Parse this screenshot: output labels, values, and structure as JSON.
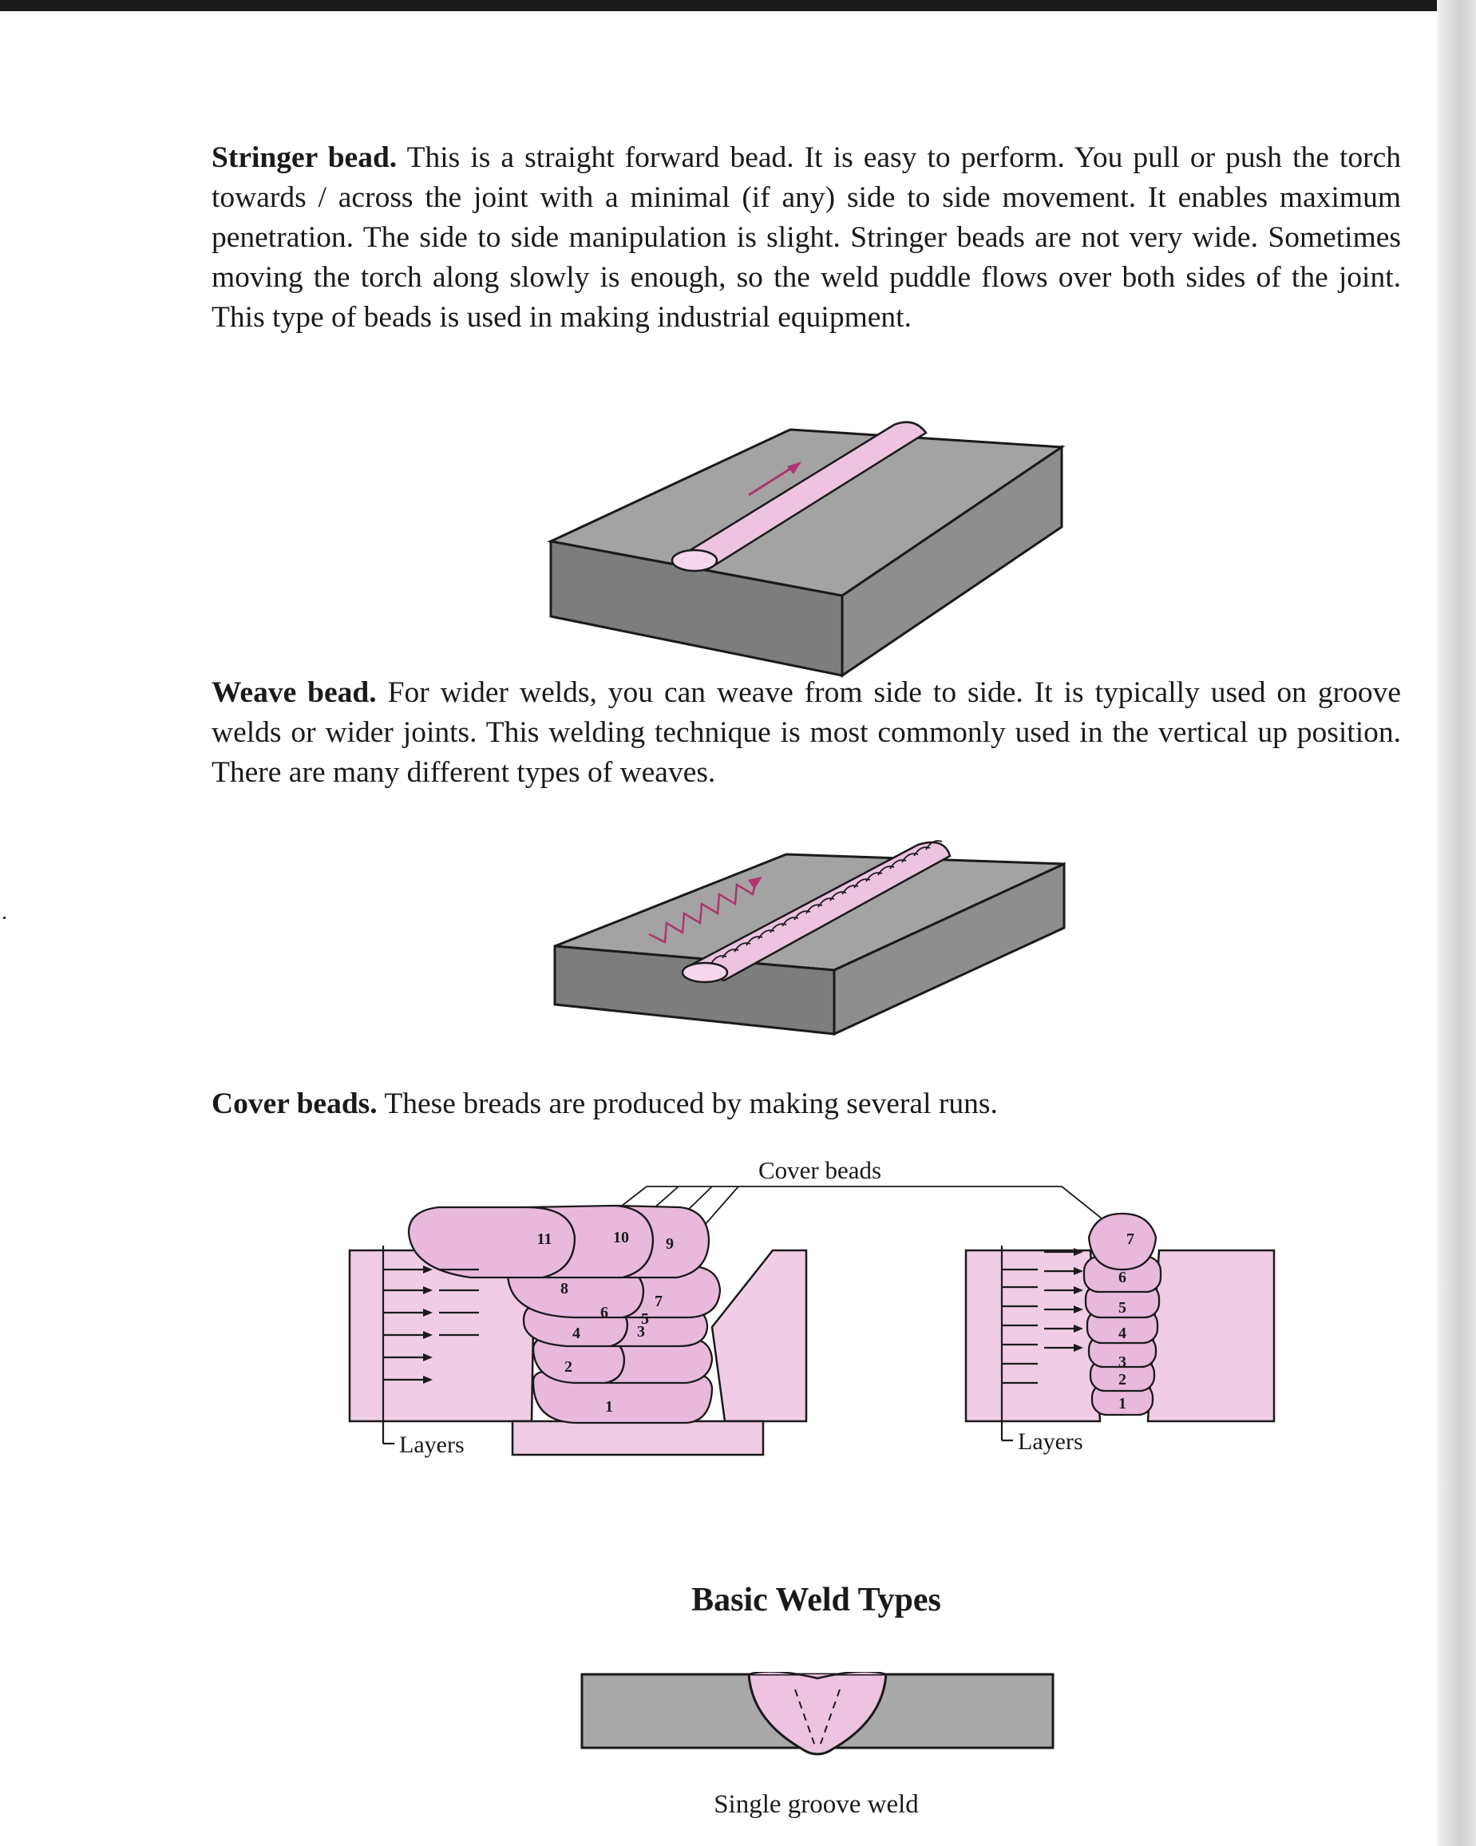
{
  "sections": [
    {
      "title": "Stringer bead.",
      "text": "This is a straight forward bead. It is easy to perform. You pull or push the torch towards / across the joint with a minimal (if any) side to side movement. It enables maximum penetration. The side to side manipulation is slight. Stringer beads are not very wide. Sometimes moving the torch along slowly is enough, so the weld puddle flows over both sides of the joint. This type of beads is used in making industrial equipment."
    },
    {
      "title": "Weave bead.",
      "text": "For wider welds, you can weave from side to side. It is typically used on groove welds or wider joints. This welding technique is most commonly used in the vertical up position. There are many different types of weaves."
    },
    {
      "title": "Cover beads.",
      "text": "These breads are produced by making several runs."
    }
  ],
  "cover_diagram": {
    "label_top": "Cover beads",
    "label_layers_left": "Layers",
    "label_layers_right": "Layers",
    "left_bead_numbers": [
      "1",
      "2",
      "3",
      "4",
      "5",
      "6",
      "7",
      "8",
      "9",
      "10",
      "11"
    ],
    "right_bead_numbers": [
      "1",
      "2",
      "3",
      "4",
      "5",
      "6",
      "7"
    ]
  },
  "basic_weld": {
    "title": "Basic Weld Types",
    "caption": "Single groove weld"
  },
  "colors": {
    "bead_pink": "#e9b9dc",
    "steel_gray": "#9b9b9b",
    "plate_pink": "#f1d2e6",
    "outline": "#1a1a1a"
  }
}
